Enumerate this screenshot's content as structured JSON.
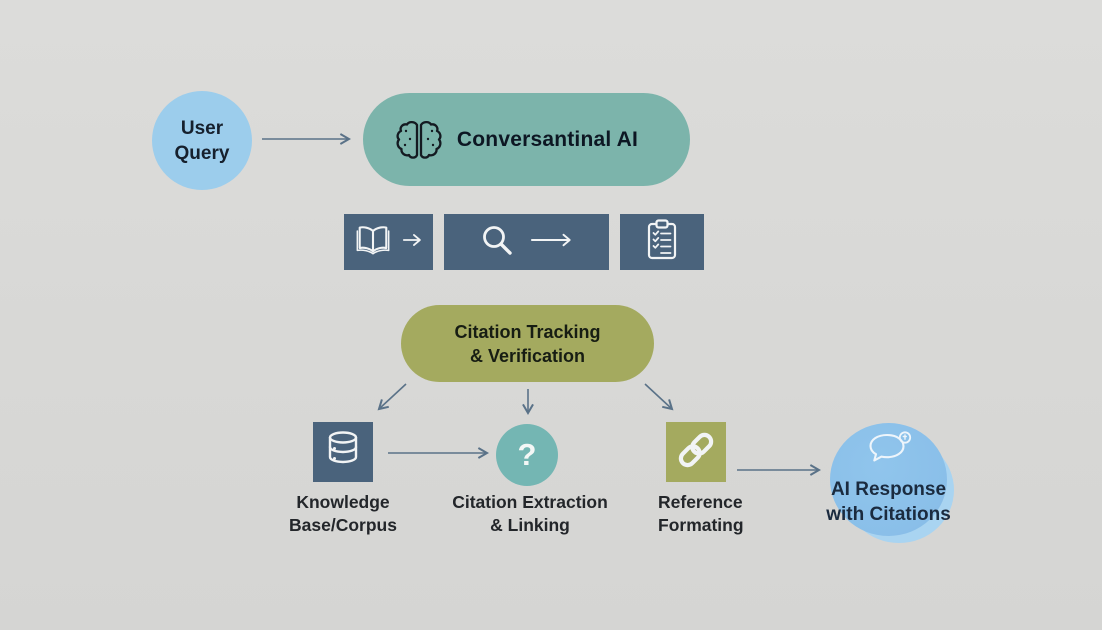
{
  "nodes": {
    "user_query": {
      "line1": "User",
      "line2": "Query"
    },
    "conversational_ai": {
      "label": "Conversantinal AI"
    },
    "citation_tracking": {
      "line1": "Citation Tracking",
      "line2": "& Verification"
    },
    "knowledge_base": {
      "line1": "Knowledge",
      "line2": "Base/Corpus"
    },
    "citation_extraction": {
      "symbol": "?",
      "line1": "Citation Extraction",
      "line2": "& Linking"
    },
    "reference_formatting": {
      "line1": "Reference",
      "line2": "Formating"
    },
    "ai_response": {
      "line1": "AI Response",
      "line2": "with Citations"
    }
  },
  "icons": {
    "conversational_ai": "brain-icon",
    "process_step_1": "open-book-icon",
    "process_step_2": "search-icon",
    "process_step_3": "clipboard-checklist-icon",
    "knowledge_base": "database-icon",
    "reference_formatting": "chain-link-icon",
    "ai_response": "chat-bubble-icon"
  },
  "colors": {
    "background": "#d9d9d7",
    "user_query_blue": "#9ccdec",
    "conversational_teal": "#7cb4ab",
    "process_slate": "#4a637c",
    "citation_olive": "#a4aa5f",
    "extraction_teal": "#74b6b3",
    "response_blue": "#8abfe9",
    "arrow": "#5a7288",
    "dark_text": "#16202d",
    "icon_white": "#f2f4f5"
  }
}
